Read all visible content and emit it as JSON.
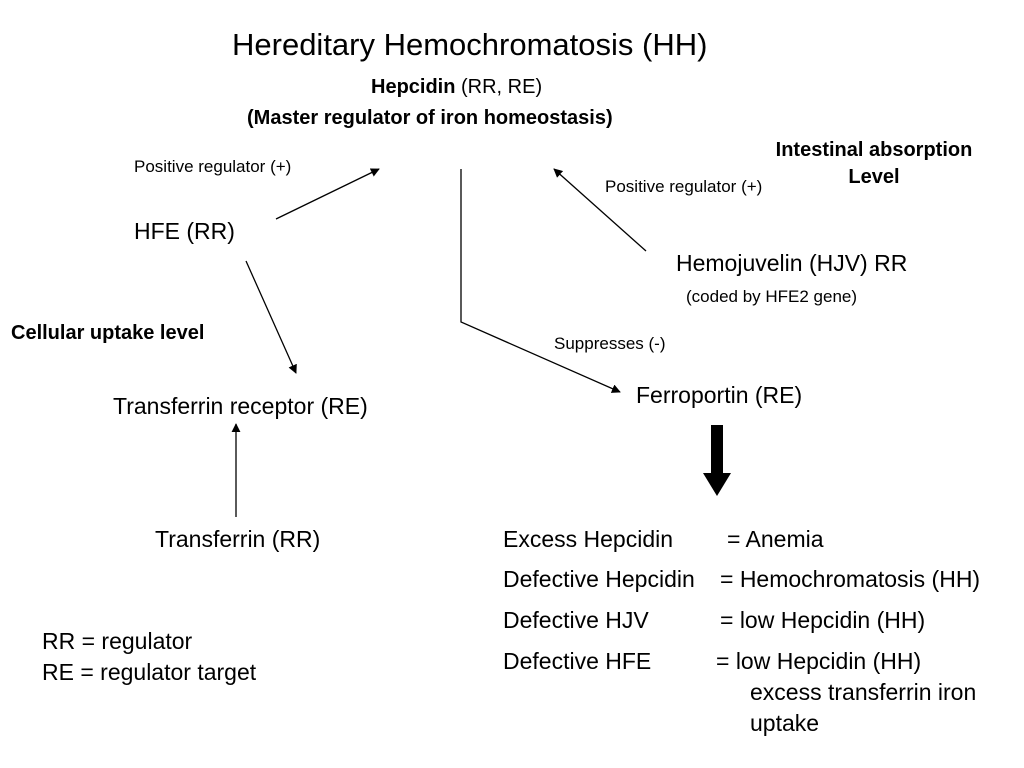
{
  "title": "Hereditary Hemochromatosis (HH)",
  "hepcidin": {
    "name": "Hepcidin",
    "codes": " (RR, RE)",
    "role": "(Master regulator of iron homeostasis)"
  },
  "intestinal_label": {
    "line1": "Intestinal absorption",
    "line2": "Level"
  },
  "cellular_label": "Cellular uptake level",
  "hfe": {
    "name": "HFE (RR)",
    "edge_label": "Positive regulator (+)"
  },
  "hemojuvelin": {
    "name": "Hemojuvelin (HJV) RR",
    "note": "(coded by HFE2 gene)",
    "edge_label": "Positive regulator (+)"
  },
  "suppress_label": "Suppresses (-)",
  "ferroportin": "Ferroportin (RE)",
  "transferrin_receptor": "Transferrin receptor (RE)",
  "transferrin": "Transferrin (RR)",
  "legend": {
    "rr": "RR = regulator",
    "re": "RE = regulator target"
  },
  "outcomes": [
    {
      "condition": "Excess Hepcidin",
      "result": "= Anemia"
    },
    {
      "condition": "Defective Hepcidin",
      "result": "= Hemochromatosis (HH)"
    },
    {
      "condition": "Defective HJV",
      "result": "= low Hepcidin (HH)"
    },
    {
      "condition": "Defective HFE",
      "result": "=  low Hepcidin (HH)"
    }
  ],
  "hfe_extra": {
    "line1": "excess transferrin iron",
    "line2": "uptake"
  }
}
